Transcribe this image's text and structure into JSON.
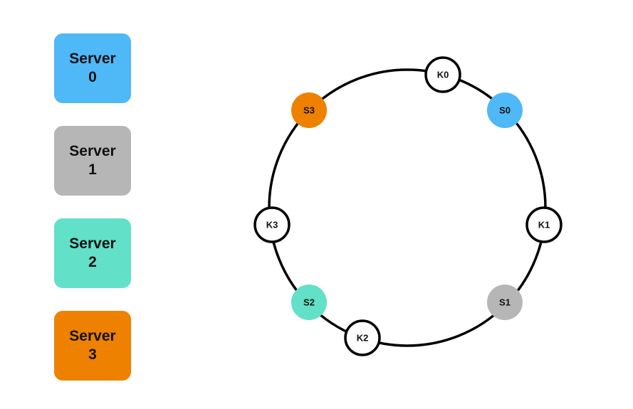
{
  "servers": [
    {
      "line1": "Server",
      "line2": "0",
      "color": "#4FB8F7"
    },
    {
      "line1": "Server",
      "line2": "1",
      "color": "#B6B6B6"
    },
    {
      "line1": "Server",
      "line2": "2",
      "color": "#62E0C8"
    },
    {
      "line1": "Server",
      "line2": "3",
      "color": "#EE8100"
    }
  ],
  "ring": {
    "nodes": [
      {
        "label": "K0",
        "kind": "key"
      },
      {
        "label": "S0",
        "kind": "server",
        "color": "#4FB8F7"
      },
      {
        "label": "K1",
        "kind": "key"
      },
      {
        "label": "S1",
        "kind": "server",
        "color": "#B6B6B6"
      },
      {
        "label": "K2",
        "kind": "key"
      },
      {
        "label": "S2",
        "kind": "server",
        "color": "#62E0C8"
      },
      {
        "label": "K3",
        "kind": "key"
      },
      {
        "label": "S3",
        "kind": "server",
        "color": "#EE8100"
      }
    ]
  }
}
